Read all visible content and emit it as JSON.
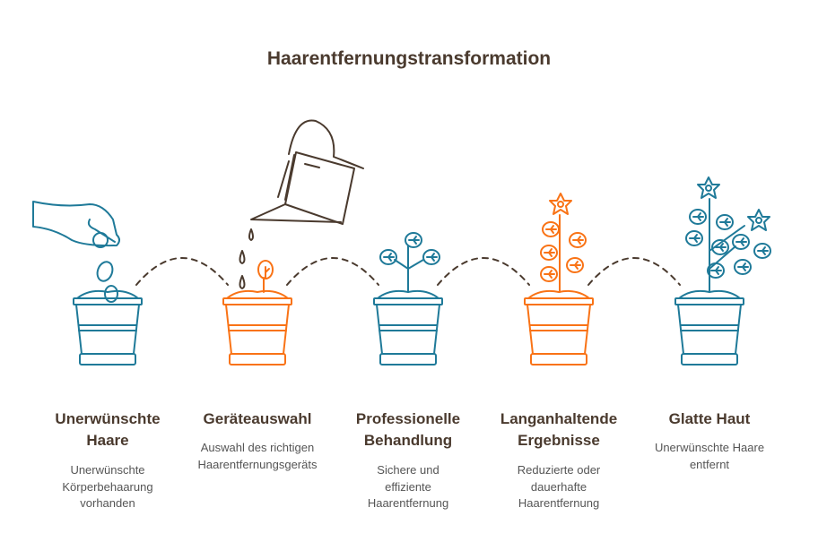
{
  "title": "Haarentfernungstransformation",
  "colors": {
    "teal": "#1f7a99",
    "orange": "#f97316",
    "brown": "#4a3a2e"
  },
  "steps": [
    {
      "title": "Unerwünschte Haare",
      "description": "Unerwünschte Körperbehaarung vorhanden",
      "color": "teal",
      "icon": "hand-seeds-icon"
    },
    {
      "title": "Geräteauswahl",
      "description": "Auswahl des richtigen Haarentfernungsgeräts",
      "color": "orange",
      "icon": "watering-can-sprout-icon"
    },
    {
      "title": "Professionelle Behandlung",
      "description": "Sichere und effiziente Haarentfernung",
      "color": "teal",
      "icon": "young-plant-icon"
    },
    {
      "title": "Langanhaltende Ergebnisse",
      "description": "Reduzierte oder dauerhafte Haarentfernung",
      "color": "orange",
      "icon": "flowering-plant-icon"
    },
    {
      "title": "Glatte Haut",
      "description": "Unerwünschte Haare entfernt",
      "color": "teal",
      "icon": "full-bloom-plant-icon"
    }
  ]
}
